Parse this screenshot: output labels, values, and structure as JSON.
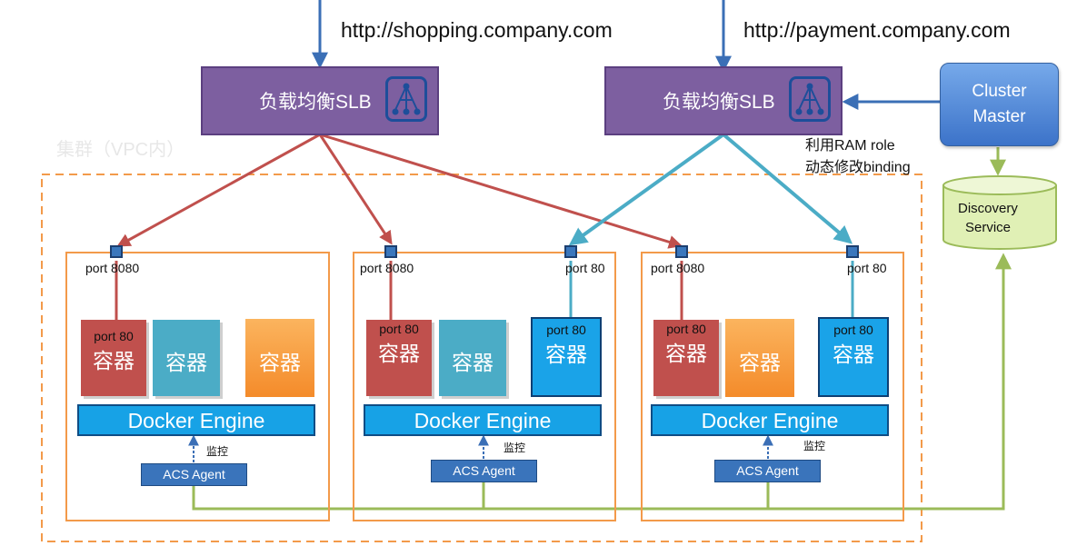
{
  "top": {
    "url_shopping": "http://shopping.company.com",
    "url_payment": "http://payment.company.com"
  },
  "slb": [
    {
      "label": "负载均衡SLB",
      "icon": "load-balancer-icon"
    },
    {
      "label": "负载均衡SLB",
      "icon": "load-balancer-icon"
    }
  ],
  "vpc": {
    "label": "集群（VPC内）"
  },
  "cluster_master": {
    "line1": "Cluster",
    "line2": "Master"
  },
  "ram_note": {
    "line1": "利用RAM role",
    "line2": "动态修改binding"
  },
  "discovery": {
    "line1": "Discovery",
    "line2": "Service"
  },
  "hosts": [
    {
      "port_left": "port 8080",
      "containers": [
        {
          "port": "port 80",
          "label": "容器",
          "color": "red"
        },
        {
          "label": "容器",
          "color": "teal"
        },
        {
          "label": "容器",
          "color": "orange"
        }
      ],
      "engine": "Docker Engine",
      "monitor": "监控",
      "agent": "ACS Agent"
    },
    {
      "port_left": "port 8080",
      "port_right": "port 80",
      "containers": [
        {
          "port": "port 80",
          "label": "容器",
          "color": "red"
        },
        {
          "label": "容器",
          "color": "teal"
        },
        {
          "port": "port 80",
          "label": "容器",
          "color": "blue"
        }
      ],
      "engine": "Docker Engine",
      "monitor": "监控",
      "agent": "ACS Agent"
    },
    {
      "port_left": "port 8080",
      "port_right": "port 80",
      "containers": [
        {
          "port": "port 80",
          "label": "容器",
          "color": "red"
        },
        {
          "label": "容器",
          "color": "orange"
        },
        {
          "port": "port 80",
          "label": "容器",
          "color": "blue"
        }
      ],
      "engine": "Docker Engine",
      "monitor": "监控",
      "agent": "ACS Agent"
    }
  ],
  "colors": {
    "route_shopping": "#c0504d",
    "route_payment": "#4bacc6",
    "agent_link": "#9bbb59",
    "slb_fill": "#7d5fa0",
    "host_border": "#f39a4a"
  }
}
